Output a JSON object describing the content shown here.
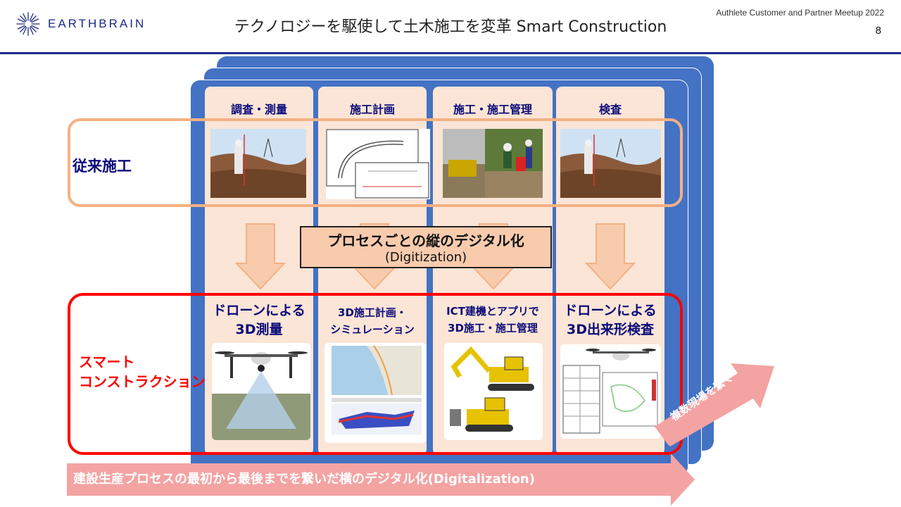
{
  "header": {
    "logo_text": "EARTHBRAIN",
    "title": "テクノロジーを駆使して土木施工を変革 Smart Construction",
    "event": "Authlete Customer and Partner Meetup 2022",
    "page_number": "8"
  },
  "columns": [
    {
      "heading": "調査・測量"
    },
    {
      "heading": "施工計画"
    },
    {
      "heading": "施工・施工管理"
    },
    {
      "heading": "検査"
    }
  ],
  "rows": {
    "traditional_label": "従来施工",
    "smart_label_line1": "スマート",
    "smart_label_line2": "コンストラクション"
  },
  "smart_cells": [
    {
      "line1": "ドローンによる",
      "line2": "3D測量"
    },
    {
      "line1": "3D施工計画・",
      "line2": "シミュレーション"
    },
    {
      "line1": "ICT建機とアプリで",
      "line2": "3D施工・施工管理"
    },
    {
      "line1": "ドローンによる",
      "line2": "3D出来形検査"
    }
  ],
  "center_box": {
    "line1": "プロセスごとの縦のデジタル化",
    "line2": "(Digitization)"
  },
  "bottom_arrow_text": "建設生産プロセスの最初から最後までを繋いだ横のデジタル化(Digitalization)",
  "diagonal_arrow_text": "複数現場を繋ぐ",
  "colors": {
    "panel_blue": "#4472c4",
    "column_fill": "#fbe5d6",
    "traditional_border": "#f4b183",
    "smart_border": "#ff0000",
    "arrow_fill": "#f8cbad",
    "bottom_arrow": "#f4a3a3",
    "heading_text": "#0a0a7a",
    "header_rule": "#1c2b8c"
  },
  "icons": [
    "earthbrain-logo-icon",
    "down-arrow-icon",
    "right-arrow-icon",
    "diagonal-arrow-icon"
  ]
}
